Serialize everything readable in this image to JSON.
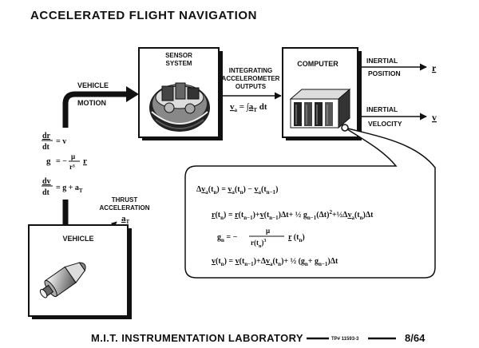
{
  "title": "ACCELERATED FLIGHT NAVIGATION",
  "sensor_box": {
    "line1": "SENSOR",
    "line2": "SYSTEM"
  },
  "integrating": {
    "line1": "INTEGRATING",
    "line2": "ACCELEROMETER",
    "line3": "OUTPUTS"
  },
  "va_eq": {
    "lhs": "v",
    "sub": "a",
    "eq": " = ∫",
    "a": "a",
    "asub": "T",
    "dt": " dt"
  },
  "computer_label": "COMPUTER",
  "inertial_position": {
    "line1": "INERTIAL",
    "line2": "POSITION",
    "out": "r"
  },
  "inertial_velocity": {
    "line1": "INERTIAL",
    "line2": "VELOCITY",
    "out": "v"
  },
  "vehicle_motion": {
    "line1": "VEHICLE",
    "line2": "MOTION"
  },
  "left_equations": {
    "eq1_num": "dr",
    "eq1_den": "dt",
    "eq1_rhs": "= v",
    "eq2_lhs": "g",
    "eq2_mid": "= −",
    "eq2_num": "μ",
    "eq2_den": "r³",
    "eq2_rhs": "r",
    "eq3_num": "dv",
    "eq3_den": "dt",
    "eq3_rhs": "= g + a",
    "eq3_sub": "T"
  },
  "thrust": {
    "line1": "THRUST",
    "line2": "ACCELERATION",
    "symbol": "a",
    "sub": "T"
  },
  "vehicle_box": "VEHICLE",
  "callout_equations": [
    "Δv_a(t_n) = v_a(t_n) − v_a(t_{n−1})",
    "r(t_n) = r(t_{n−1}) + v(t_{n−1})Δt + ½ g_{n−1}(Δt)² + ½ Δv_a(t_n)Δt",
    "g_n = − μ / r(t_n)³ · r(t_n)",
    "v(t_n) = v(t_{n−1}) + Δv_a(t_n) + ½ (g_n + g_{n−1})Δt"
  ],
  "footer": {
    "lab": "M.I.T. INSTRUMENTATION LABORATORY",
    "tp": "TP# 11593-3",
    "page": "8/64"
  }
}
